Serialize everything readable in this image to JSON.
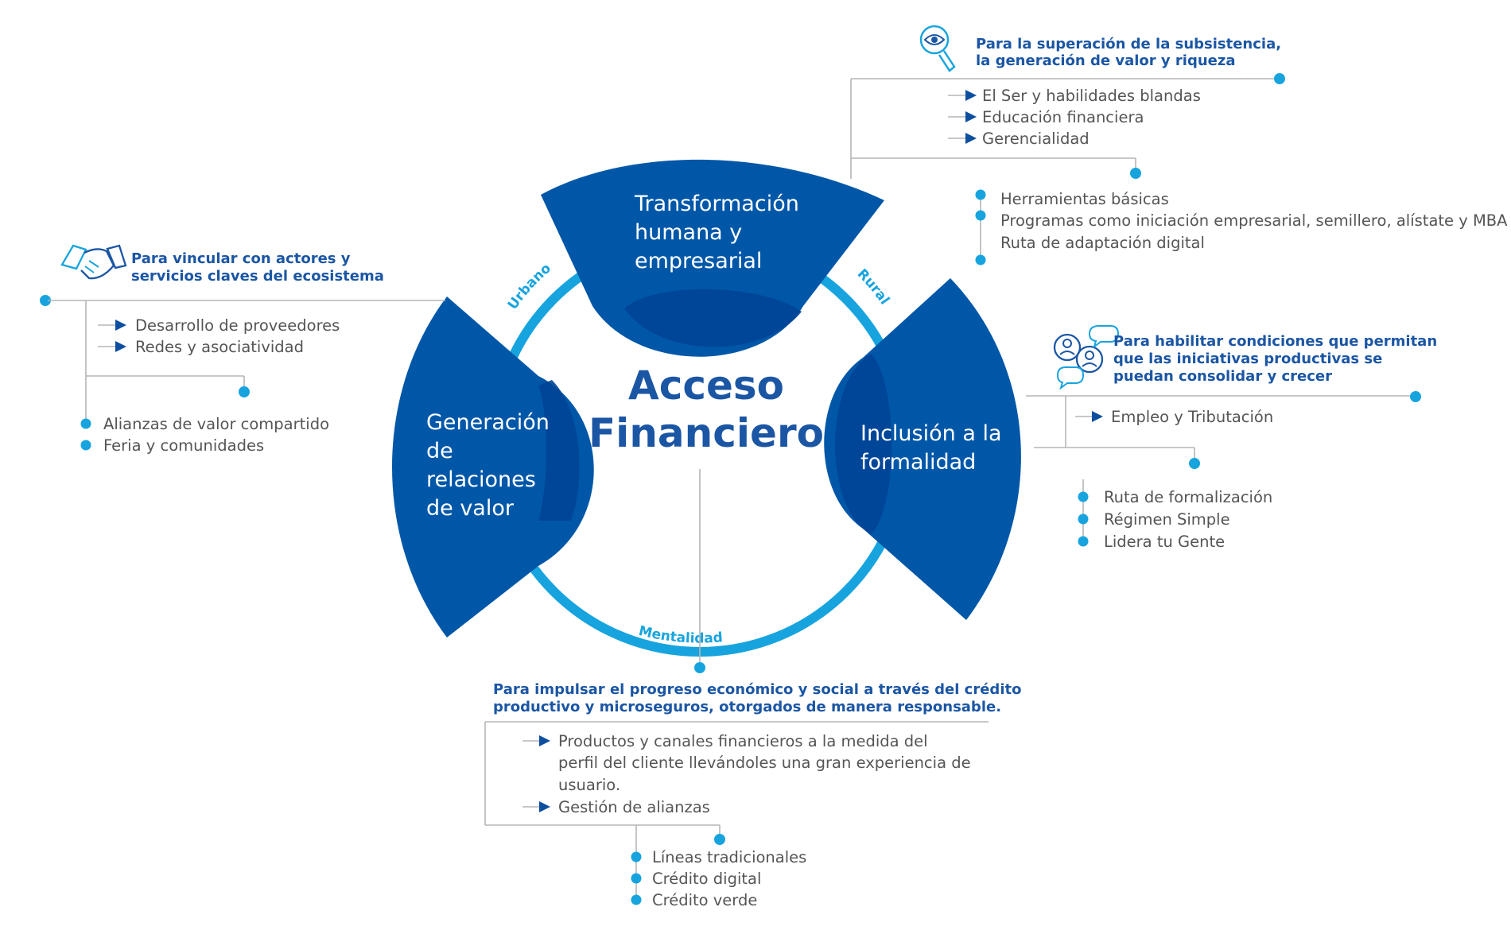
{
  "colors": {
    "petal": "#0057a8",
    "petal_dark": "#004596",
    "ring": "#17a4de",
    "heading": "#1b56a4",
    "text": "#555555",
    "connector": "#b5b5b5",
    "dot": "#17a4de",
    "arrow": "#0d4f9f"
  },
  "center": {
    "line1": "Acceso",
    "line2": "Financiero"
  },
  "ring_labels": {
    "urbano": "Urbano",
    "rural": "Rural",
    "mentalidad": "Mentalidad"
  },
  "petals": {
    "top": [
      "Transformación",
      "humana y",
      "empresarial"
    ],
    "left": [
      "Generación",
      "de",
      "relaciones",
      "de valor"
    ],
    "right": [
      "Inclusión a la",
      "formalidad"
    ]
  },
  "top_block": {
    "icon": "eye-magnifier-icon",
    "heading": [
      "Para la superación de la subsistencia,",
      "la generación de valor y riqueza"
    ],
    "arrows": [
      "El Ser y habilidades blandas",
      "Educación financiera",
      "Gerencialidad"
    ],
    "bullets": [
      "Herramientas básicas",
      "Programas como iniciación empresarial, semillero, alístate y MBA",
      "Ruta de adaptación digital"
    ]
  },
  "left_block": {
    "icon": "handshake-icon",
    "heading": [
      "Para vincular con actores y",
      "servicios claves del ecosistema"
    ],
    "arrows": [
      "Desarrollo de proveedores",
      "Redes y asociatividad"
    ],
    "bullets": [
      "Alianzas de valor compartido",
      "Feria y comunidades"
    ]
  },
  "right_block": {
    "icon": "people-chat-icon",
    "heading": [
      "Para habilitar condiciones que permitan",
      "que las iniciativas productivas se",
      "puedan consolidar y crecer"
    ],
    "arrows": [
      "Empleo y Tributación"
    ],
    "bullets": [
      "Ruta de formalización",
      "Régimen Simple",
      "Lidera tu Gente"
    ]
  },
  "bottom_block": {
    "heading": [
      "Para impulsar el progreso económico y social a través  del crédito",
      "productivo y microseguros, otorgados de manera responsable."
    ],
    "arrow_item_1": [
      "Productos y canales financieros a la medida del",
      "perfil del cliente llevándoles una gran experiencia de",
      "usuario."
    ],
    "arrow_item_2": "Gestión de alianzas",
    "bullets": [
      "Líneas tradicionales",
      "Crédito digital",
      "Crédito verde"
    ]
  }
}
